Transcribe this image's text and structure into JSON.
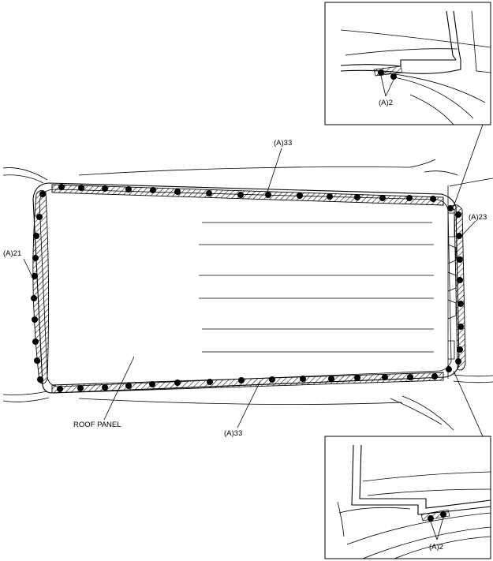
{
  "labels": {
    "top_seam": "(A)33",
    "bottom_seam": "(A)33",
    "left_seam": "(A)21",
    "right_seam": "(A)23",
    "detail_top": "(A)2",
    "detail_bottom": "(A)2",
    "roof_panel": "ROOF PANEL"
  },
  "colors": {
    "line": "#000000",
    "background": "#ffffff"
  }
}
